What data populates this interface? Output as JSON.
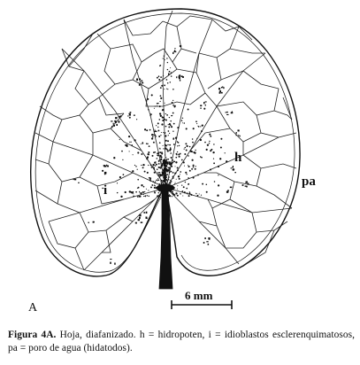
{
  "figure": {
    "panel_letter": "A",
    "labels": {
      "h": "h",
      "i": "i",
      "pa": "pa"
    },
    "scale_bar": "6 mm"
  },
  "caption": {
    "lead": "Figura 4A.",
    "text": "Hoja, diafanizado. h = hidropoten, i = idioblastos esclerenquimatosos, pa = poro de agua (hidatodos)."
  },
  "colors": {
    "ink": "#111111",
    "paper": "#ffffff"
  }
}
